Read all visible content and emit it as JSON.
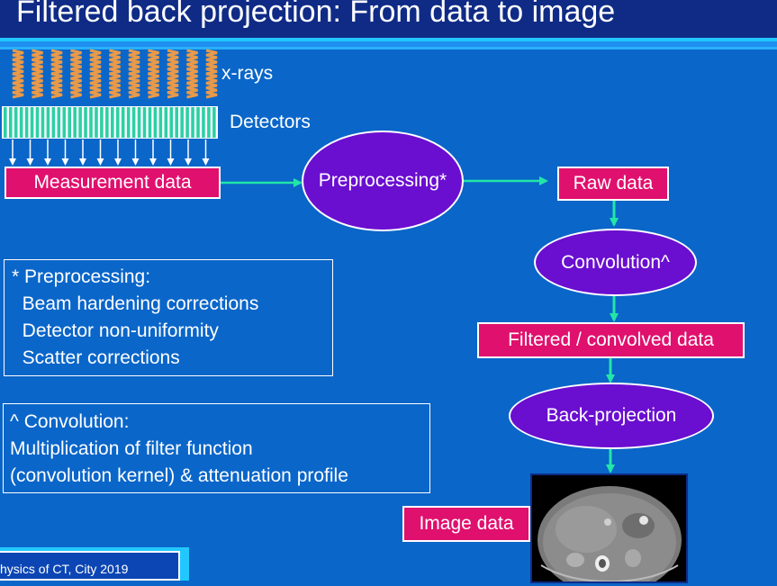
{
  "title": "Filtered back projection: From data to image",
  "labels": {
    "xrays": "x-rays",
    "detectors": "Detectors"
  },
  "boxes": {
    "measurement": "Measurement data",
    "raw": "Raw data",
    "filtered": "Filtered / convolved data",
    "image": "Image data"
  },
  "ellipses": {
    "preprocessing": "Preprocessing*",
    "convolution": "Convolution^",
    "backprojection": "Back-projection"
  },
  "notes": {
    "preprocessing": "* Preprocessing:\n  Beam hardening corrections\n  Detector non-uniformity\n  Scatter corrections",
    "convolution": "^ Convolution:\nMultiplication of filter function\n(convolution kernel) & attenuation profile"
  },
  "footer": "hysics of CT, City 2019",
  "colors": {
    "background": "#0a66c9",
    "title_bar": "#0f2b86",
    "box": "#e0106e",
    "ellipse": "#6a0ed0",
    "arrow": "#22e6a8",
    "xray_wave": "#e89a4a"
  },
  "icons": {
    "xray_source": "xray-wave-icon",
    "detector_array": "detector-array-icon",
    "ct_image": "ct-scan-image"
  }
}
